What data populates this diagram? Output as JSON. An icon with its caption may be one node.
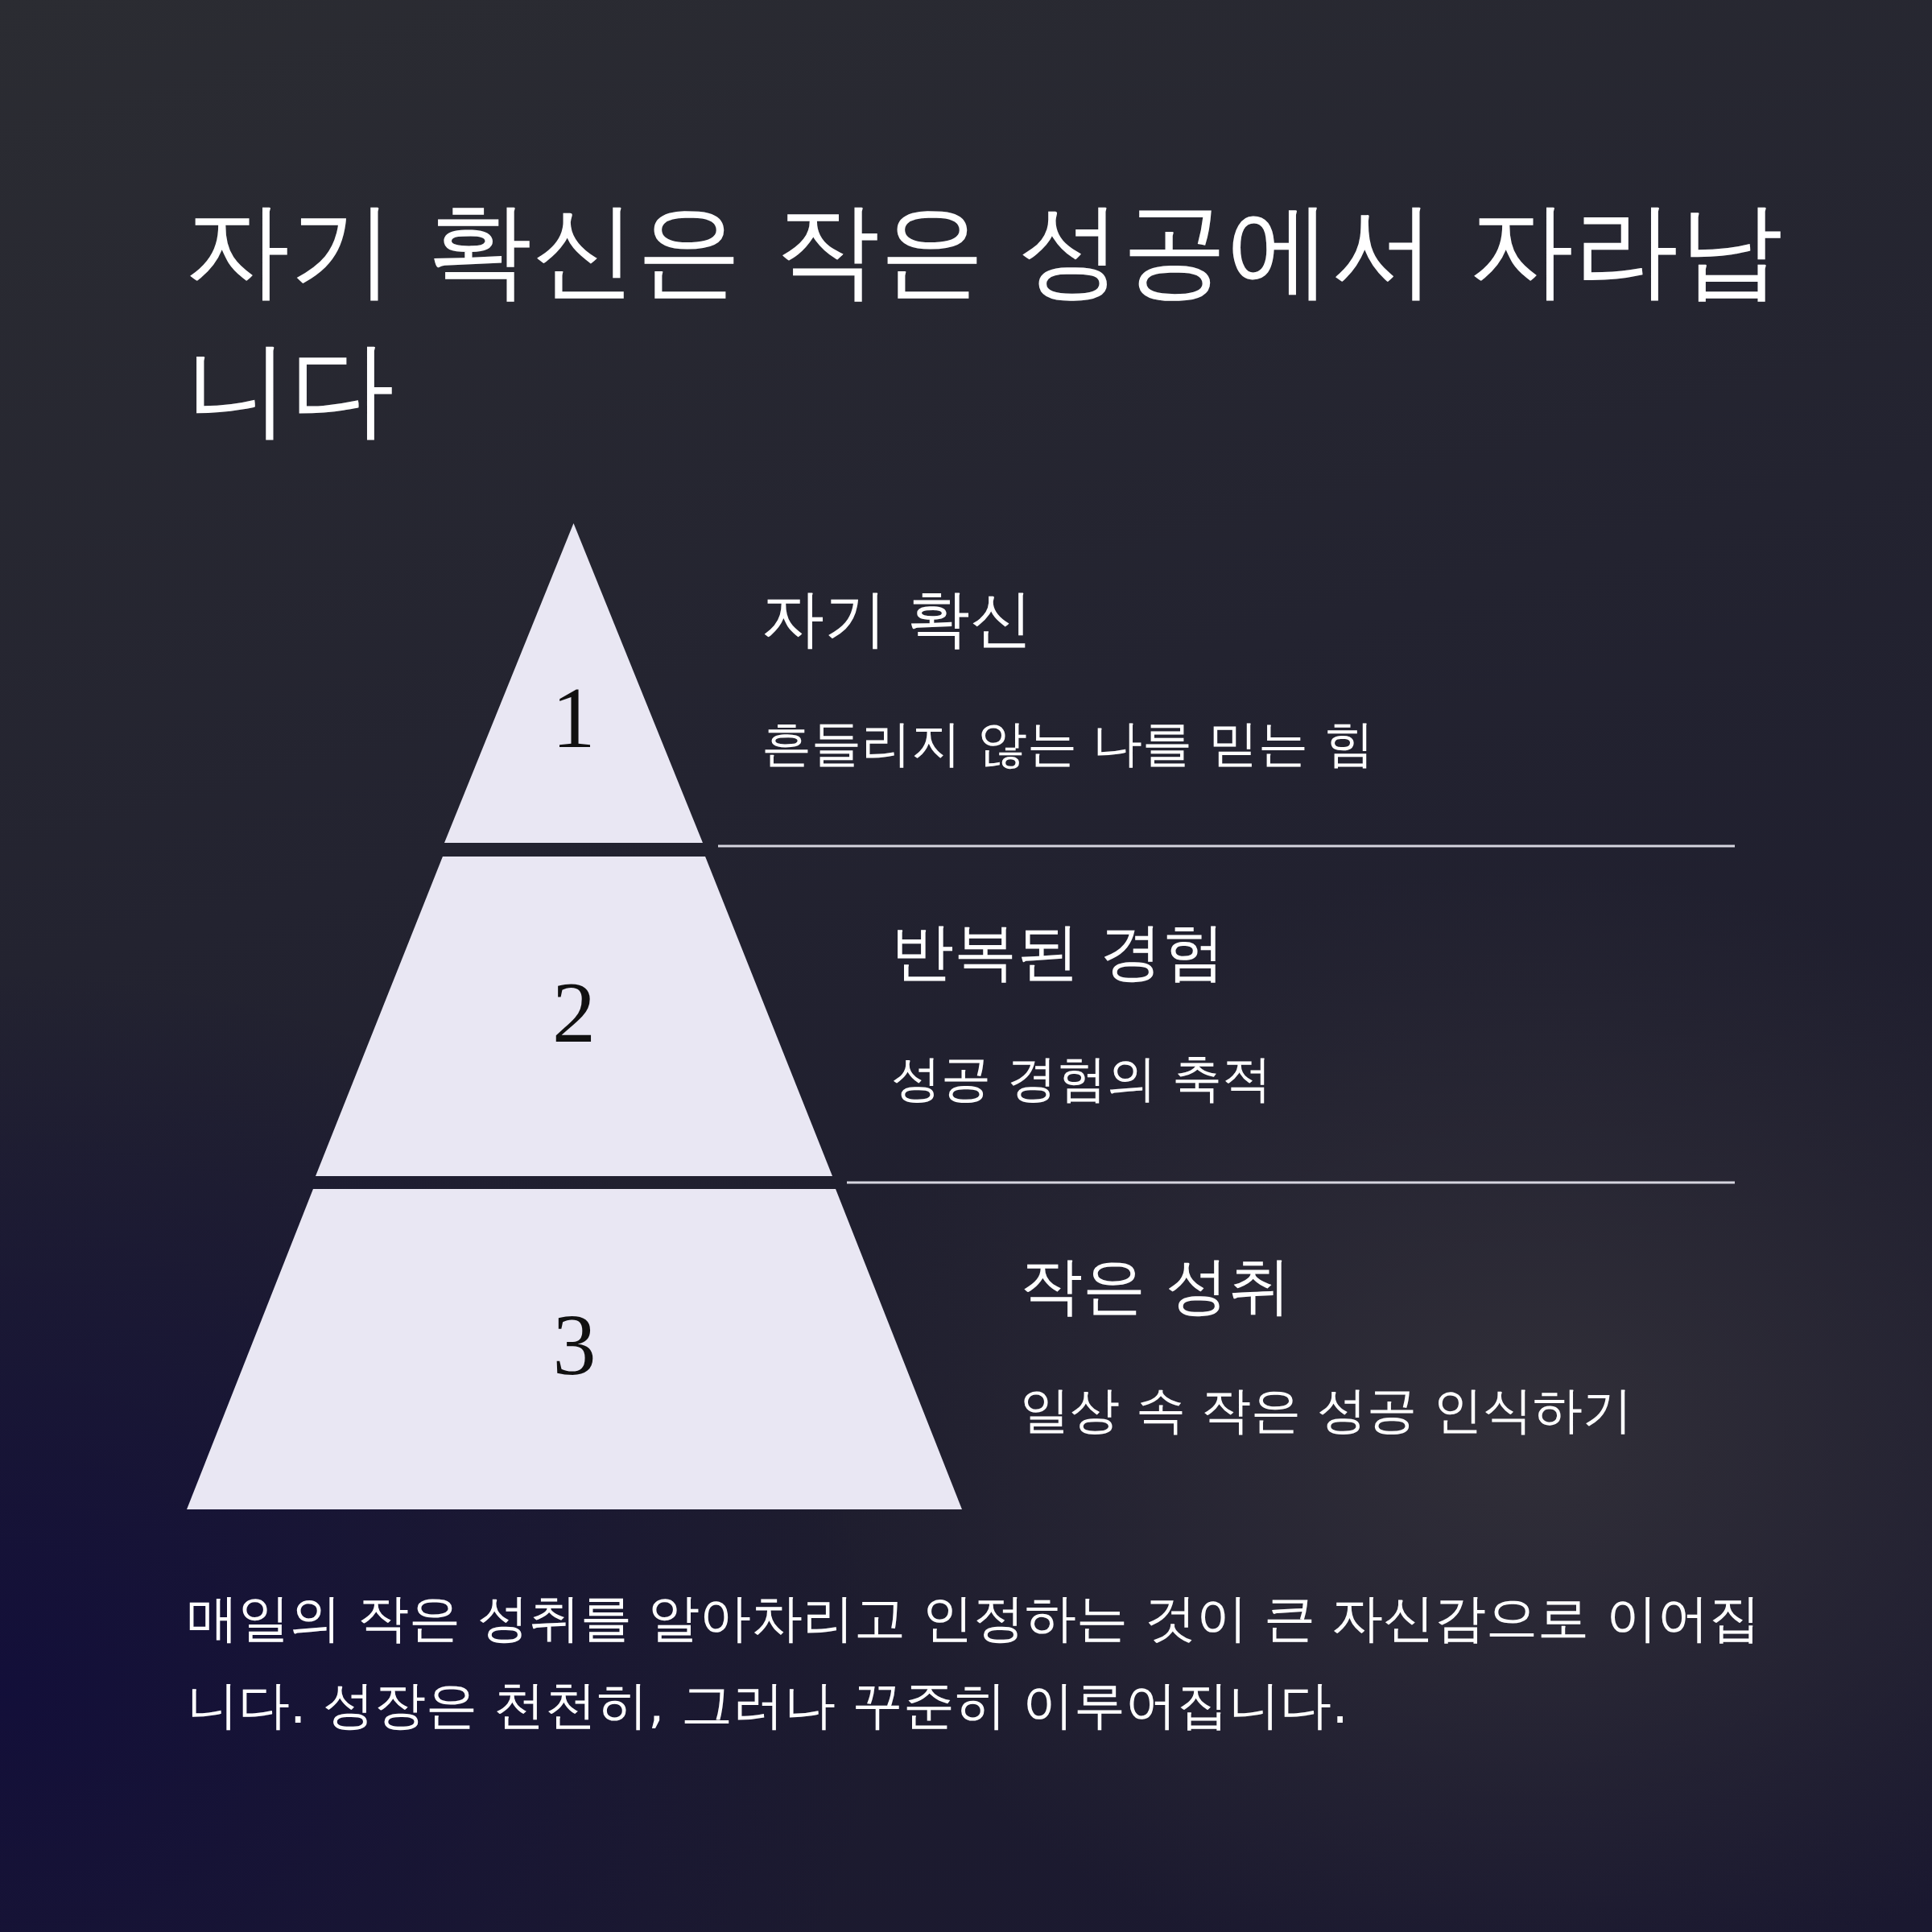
{
  "diagram": {
    "title": "자기 확신은 작은 성공에서 자라납니다",
    "nodes": [
      {
        "text": [
          "1"
        ],
        "beside": [
          "자기 확신",
          "흔들리지 않는 나를 믿는 힘"
        ]
      },
      {
        "text": [
          "2"
        ],
        "beside": [
          "반복된 경험",
          "성공 경험의 축적"
        ]
      },
      {
        "text": [
          "3"
        ],
        "beside": [
          "작은 성취",
          "일상 속 작은 성공 인식하기"
        ]
      }
    ],
    "caption": "매일의 작은 성취를 알아차리고 인정하는 것이 큰 자신감으로 이어집니다. 성장은 천천히, 그러나 꾸준히 이루어집니다."
  }
}
